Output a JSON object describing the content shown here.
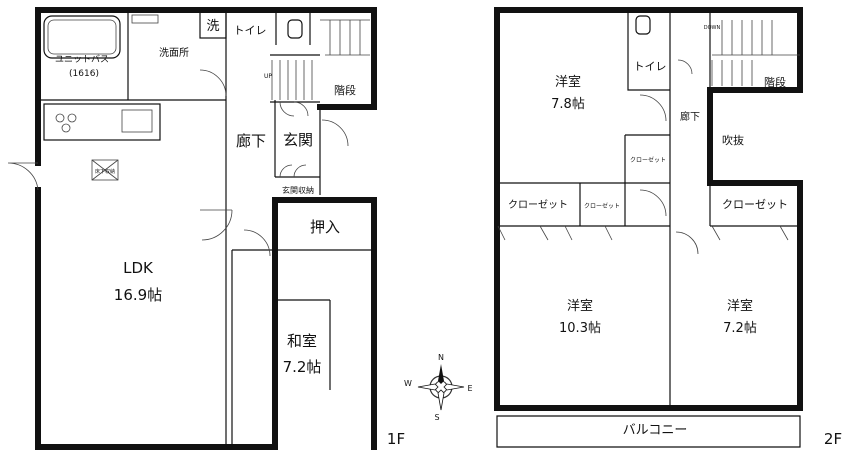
{
  "floors": [
    {
      "label": "1F",
      "rooms": {
        "unit_bath": "ユニットバス",
        "unit_bath_size": "(1616)",
        "wash": "洗面所",
        "washer": "洗",
        "toilet": "トイレ",
        "stairs": "階段",
        "up": "UP",
        "ldk": "LDK",
        "ldk_size": "16.9帖",
        "hallway": "廊下",
        "entrance": "玄関",
        "entrance_storage": "玄関収納",
        "oshiire": "押入",
        "washitsu": "和室",
        "washitsu_size": "7.2帖",
        "underfloor": "床下収納"
      }
    },
    {
      "label": "2F",
      "rooms": {
        "western_a": "洋室",
        "western_a_size": "7.8帖",
        "toilet": "トイレ",
        "down": "DOWN",
        "stairs": "階段",
        "hallway": "廊下",
        "void": "吹抜",
        "closet_small_a": "クローゼット",
        "closet_big": "クローゼット",
        "closet_small_b": "クローゼット",
        "closet_right": "クローゼット",
        "western_b": "洋室",
        "western_b_size": "10.3帖",
        "western_c": "洋室",
        "western_c_size": "7.2帖",
        "balcony": "バルコニー"
      }
    }
  ],
  "compass": {
    "n": "N",
    "s": "S",
    "e": "E",
    "w": "W"
  }
}
